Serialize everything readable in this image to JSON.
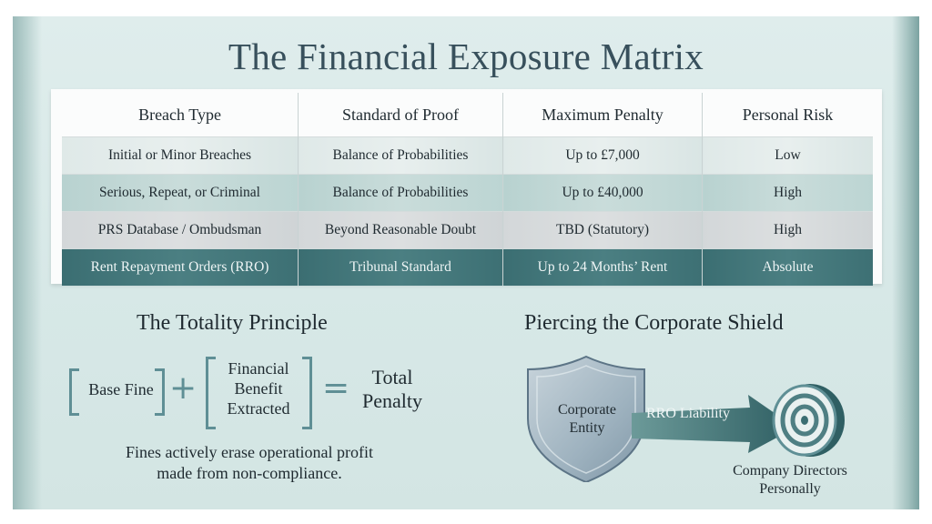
{
  "title": "The Financial Exposure Matrix",
  "matrix": {
    "headers": [
      "Breach Type",
      "Standard of Proof",
      "Maximum Penalty",
      "Personal Risk"
    ],
    "rows": [
      [
        "Initial or Minor Breaches",
        "Balance of Probabilities",
        "Up to £7,000",
        "Low"
      ],
      [
        "Serious, Repeat, or Criminal",
        "Balance of Probabilities",
        "Up to £40,000",
        "High"
      ],
      [
        "PRS Database / Ombudsman",
        "Beyond Reasonable Doubt",
        "TBD (Statutory)",
        "High"
      ],
      [
        "Rent Repayment Orders (RRO)",
        "Tribunal Standard",
        "Up to 24 Months’ Rent",
        "Absolute"
      ]
    ]
  },
  "totality": {
    "title": "The Totality Principle",
    "base": "Base Fine",
    "plus": "+",
    "benefit": [
      "Financial",
      "Benefit",
      "Extracted"
    ],
    "equals": "=",
    "total": [
      "Total",
      "Penalty"
    ],
    "caption": [
      "Fines actively erase operational profit",
      "made from non-compliance."
    ]
  },
  "shield": {
    "title": "Piercing the Corporate Shield",
    "entity": [
      "Corporate",
      "Entity"
    ],
    "arrow_label": "RRO Liability",
    "target": [
      "Company Directors",
      "Personally"
    ]
  },
  "colors": {
    "accent": "#3b6e72",
    "bracket": "#5f8f95",
    "title": "#38505c"
  }
}
